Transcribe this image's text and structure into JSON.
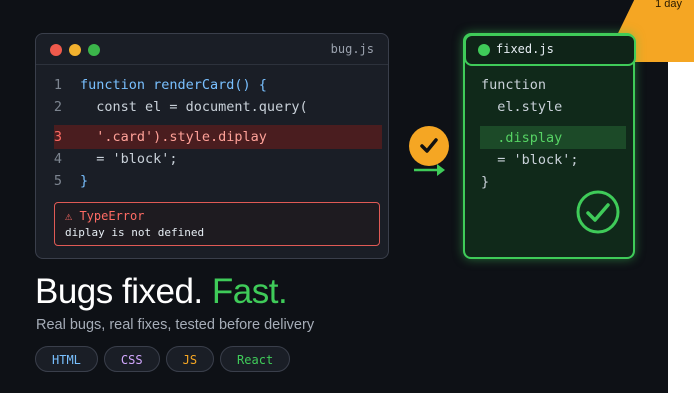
{
  "ribbon": {
    "label": "1 day"
  },
  "buggy_editor": {
    "filename": "bug.js",
    "lines": [
      {
        "num": "1",
        "code": "function renderCard() {"
      },
      {
        "num": "2",
        "code": "  const el = document.query("
      },
      {
        "num": "3",
        "code": "  '.card').style.diplay"
      },
      {
        "num": "4",
        "code": "  = 'block';"
      },
      {
        "num": "5",
        "code": "}"
      }
    ],
    "error": {
      "title": "⚠ TypeError",
      "message": "diplay is not defined"
    }
  },
  "fixed_editor": {
    "filename": "fixed.js",
    "lines": [
      "function",
      "  el.style",
      "  .display",
      "  = 'block';",
      "}"
    ]
  },
  "hero": {
    "headline_main": "Bugs fixed.",
    "headline_accent": "Fast.",
    "subline": "Real bugs, real fixes, tested before delivery"
  },
  "tags": [
    {
      "label": "HTML",
      "color": "#79c0ff"
    },
    {
      "label": "CSS",
      "color": "#d2a8ff"
    },
    {
      "label": "JS",
      "color": "#f5a623"
    },
    {
      "label": "React",
      "color": "#3fcb59"
    }
  ],
  "colors": {
    "accent_green": "#3fcb59",
    "accent_orange": "#f5a623",
    "error_red": "#e05a55",
    "background": "#0e1116"
  },
  "icons": {
    "middle": "checkmark-icon",
    "arrow": "arrow-right-icon",
    "fixed_badge": "check-circle-icon"
  }
}
